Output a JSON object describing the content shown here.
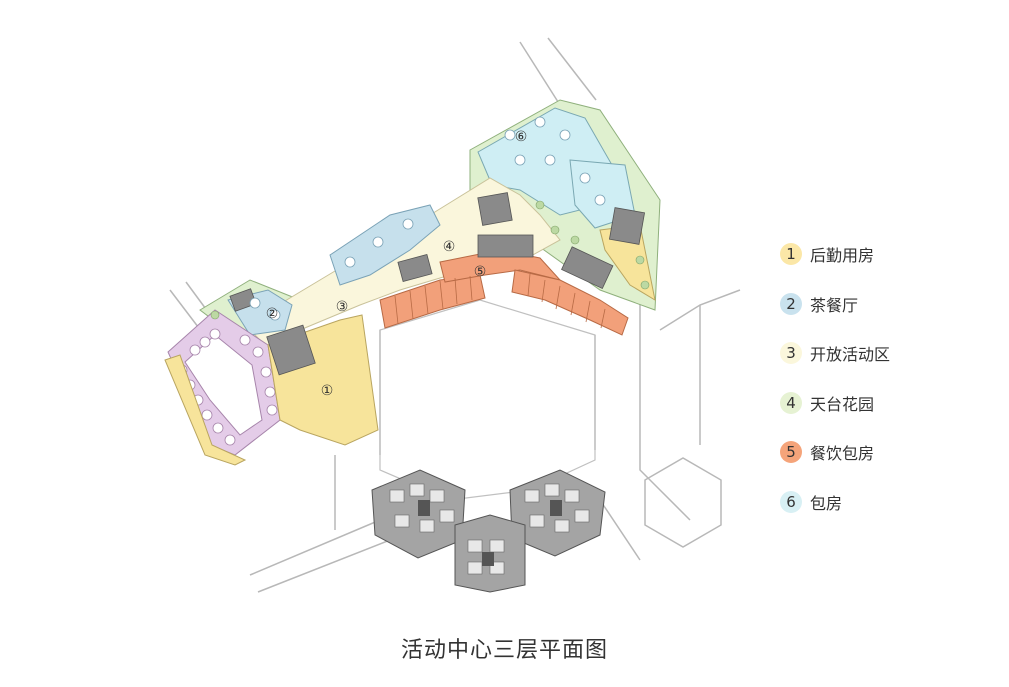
{
  "caption": "活动中心三层平面图",
  "zone_markers": [
    "①",
    "②",
    "③",
    "④",
    "⑤",
    "⑥"
  ],
  "legend": [
    {
      "num": "1",
      "label": "后勤用房",
      "color": "#fbe7a7"
    },
    {
      "num": "2",
      "label": "茶餐厅",
      "color": "#c9e2ee"
    },
    {
      "num": "3",
      "label": "开放活动区",
      "color": "#fbf7dc"
    },
    {
      "num": "4",
      "label": "天台花园",
      "color": "#e6f2d3"
    },
    {
      "num": "5",
      "label": "餐饮包房",
      "color": "#f5a47a"
    },
    {
      "num": "6",
      "label": "包房",
      "color": "#d8f0f4"
    }
  ],
  "colors": {
    "logistics": "#f7e49b",
    "tea_room": "#c6e0ec",
    "open_area": "#faf6dc",
    "terrace": "#dff0cf",
    "dining_rooms": "#f2a07a",
    "private_rooms": "#cfeef4",
    "banquet": "#e4cce8",
    "core": "#8a8a8a",
    "tower": "#9a9a9a",
    "site_line": "#b5b5b5"
  }
}
